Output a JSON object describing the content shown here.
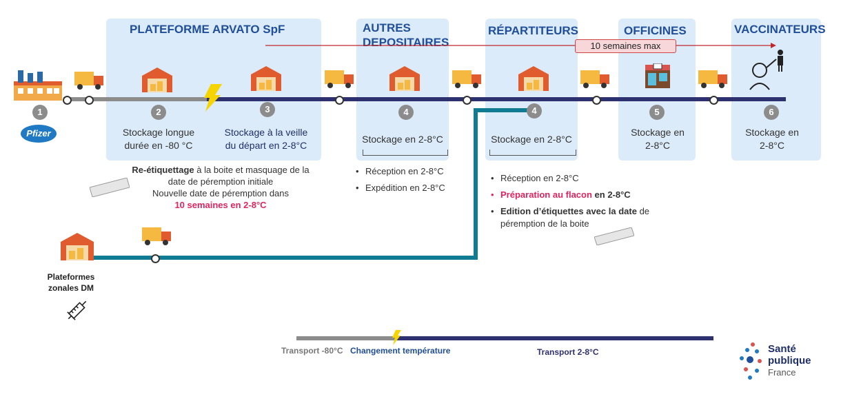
{
  "columns": {
    "arvato": "PLATEFORME ARVATO SpF",
    "autres": "AUTRES DEPOSITAIRES",
    "repartiteurs": "RÉPARTITEURS",
    "officines": "OFFICINES",
    "vaccinateurs": "VACCINATEURS"
  },
  "max_label": "10 semaines max",
  "steps": [
    "1",
    "2",
    "3",
    "4",
    "4",
    "5",
    "6"
  ],
  "storage": {
    "s2": "Stockage longue durée en -80 °C",
    "s3": "Stockage à la veille du départ en 2-8°C",
    "autres": "Stockage en 2-8°C",
    "repartiteurs": "Stockage en 2-8°C",
    "officines": "Stockage en 2-8°C",
    "vaccinateurs": "Stockage en 2-8°C"
  },
  "arvato_note": {
    "bold": "Re-étiquettage",
    "line1_rest": " à la boite et masquage de la",
    "line2": "date de péremption initiale",
    "line3": "Nouvelle date de péremption dans",
    "line4": "10 semaines en 2-8°C"
  },
  "autres_bullets": [
    "Réception en 2-8°C",
    "Expédition en 2-8°C"
  ],
  "rep_bullets": {
    "b1": "Réception en 2-8°C",
    "b2_red": "Préparation au flacon",
    "b2_rest": " en 2-8°C",
    "b3_bold": "Edition d’étiquettes avec la date",
    "b3_rest": " de",
    "b3_line2": "péremption de la boite"
  },
  "pfizer": "Pfizer",
  "plateformes": "Plateformes zonales DM",
  "legend": {
    "minus80": "Transport -80°C",
    "change": "Changement température",
    "cold": "Transport 2-8°C"
  },
  "logo": {
    "l1": "Santé",
    "l2": "publique",
    "l3": "France"
  },
  "colors": {
    "column_bg": "#dcebf9",
    "header": "#1f4e9a",
    "line_grey": "#8c8c8c",
    "line_navy": "#2e3170",
    "line_teal": "#0f7c93",
    "accent_red": "#e0245e",
    "bolt": "#f5d400"
  }
}
